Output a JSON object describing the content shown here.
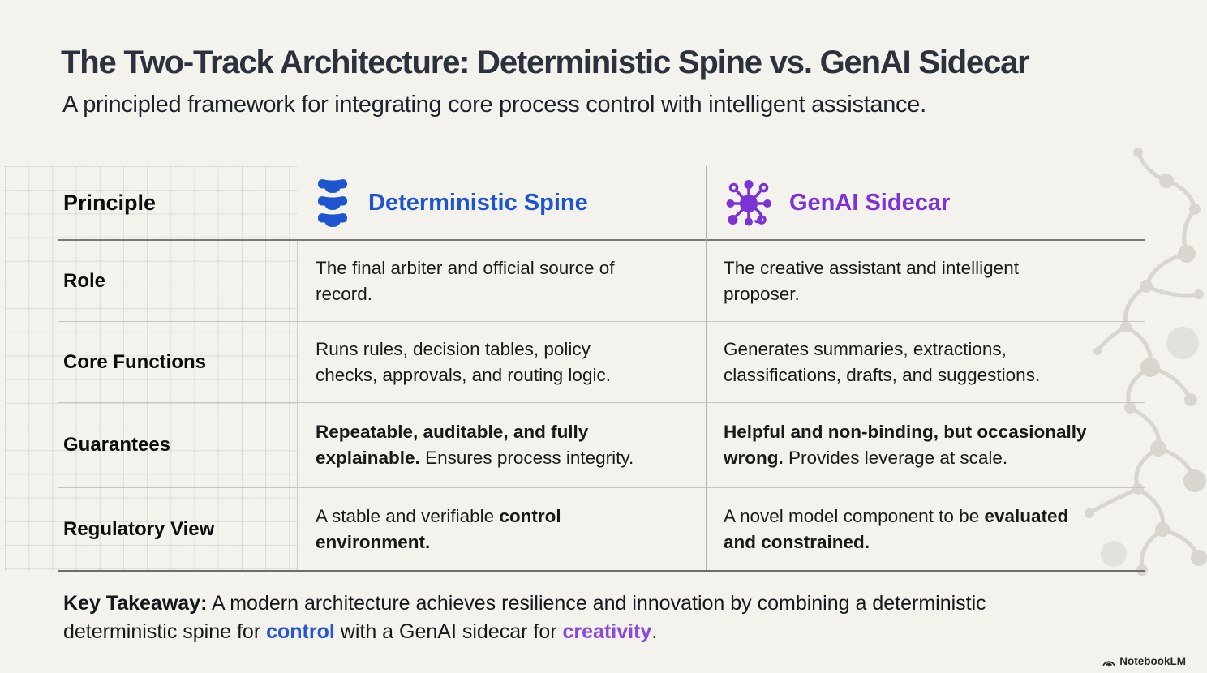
{
  "page": {
    "title": "The Two-Track Architecture: Deterministic Spine vs. GenAI Sidecar",
    "subtitle": "A principled framework for integrating core process control with intelligent assistance."
  },
  "colors": {
    "spine_blue": "#1c55cd",
    "sidecar_purple": "#7c33d6",
    "control_blue": "#2456d4",
    "creativity_purple": "#8a49dd",
    "background": "#f4f2ed"
  },
  "table": {
    "corner_label": "Principle",
    "columns": [
      {
        "label": "Deterministic Spine",
        "icon": "spine-icon",
        "color": "#1c55cd"
      },
      {
        "label": "GenAI Sidecar",
        "icon": "network-hub-icon",
        "color": "#7c33d6"
      }
    ],
    "rows": [
      {
        "label": "Role",
        "spine": [
          {
            "t": "The final arbiter and official source of"
          },
          {
            "br": true
          },
          {
            "t": "record."
          }
        ],
        "sidecar": [
          {
            "t": "The creative assistant and intelligent"
          },
          {
            "br": true
          },
          {
            "t": "proposer."
          }
        ]
      },
      {
        "label": "Core Functions",
        "spine": [
          {
            "t": "Runs rules, decision tables, policy"
          },
          {
            "br": true
          },
          {
            "t": "checks, approvals, and routing logic."
          }
        ],
        "sidecar": [
          {
            "t": "Generates summaries, extractions,"
          },
          {
            "br": true
          },
          {
            "t": "classifications, drafts, and suggestions."
          }
        ]
      },
      {
        "label": "Guarantees",
        "spine": [
          {
            "t": "Repeatable, auditable, and fully",
            "b": true
          },
          {
            "br": true
          },
          {
            "t": "explainable.",
            "b": true
          },
          {
            "t": " Ensures process integrity."
          }
        ],
        "sidecar": [
          {
            "t": "Helpful and non-binding, but occasionally",
            "b": true
          },
          {
            "br": true
          },
          {
            "t": "wrong.",
            "b": true
          },
          {
            "t": " Provides leverage at scale."
          }
        ]
      },
      {
        "label": "Regulatory View",
        "spine": [
          {
            "t": "A stable and verifiable "
          },
          {
            "t": "control",
            "b": true
          },
          {
            "br": true
          },
          {
            "t": "environment.",
            "b": true
          }
        ],
        "sidecar": [
          {
            "t": "A novel model component to be "
          },
          {
            "t": "evaluated",
            "b": true
          },
          {
            "br": true
          },
          {
            "t": "and constrained.",
            "b": true
          }
        ]
      }
    ]
  },
  "takeaway": {
    "segments": [
      {
        "t": "Key Takeaway:",
        "b": true
      },
      {
        "t": " A modern architecture achieves resilience and innovation by combining a deterministic"
      },
      {
        "br": true
      },
      {
        "t": "deterministic spine for "
      },
      {
        "t": "control",
        "b": true,
        "c": "#2456d4"
      },
      {
        "t": " with a GenAI sidecar for "
      },
      {
        "t": "creativity",
        "b": true,
        "c": "#8a49dd"
      },
      {
        "t": "."
      }
    ]
  },
  "footer": {
    "brand": "NotebookLM"
  }
}
